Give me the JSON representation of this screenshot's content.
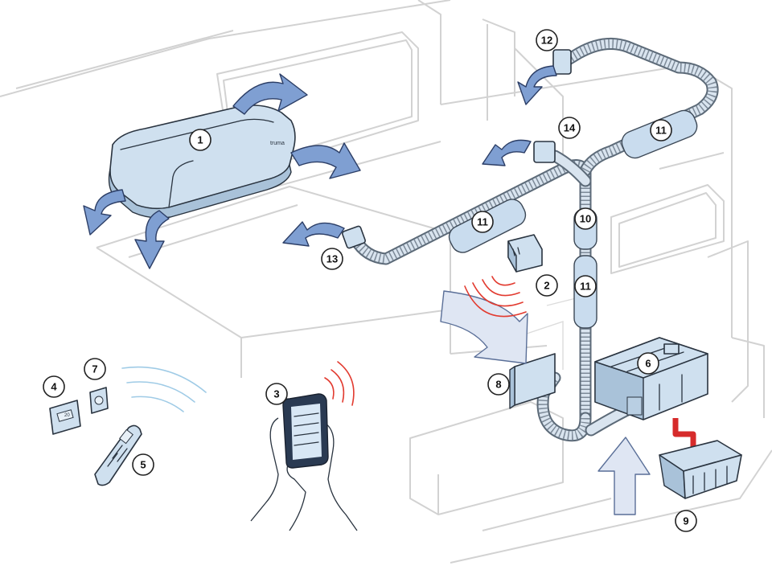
{
  "diagram": {
    "callouts": [
      {
        "id": "1",
        "label": "1"
      },
      {
        "id": "2",
        "label": "2"
      },
      {
        "id": "3",
        "label": "3"
      },
      {
        "id": "4",
        "label": "4"
      },
      {
        "id": "5",
        "label": "5"
      },
      {
        "id": "6",
        "label": "6"
      },
      {
        "id": "7",
        "label": "7"
      },
      {
        "id": "8",
        "label": "8"
      },
      {
        "id": "9",
        "label": "9"
      },
      {
        "id": "10",
        "label": "10"
      },
      {
        "id": "11a",
        "label": "11"
      },
      {
        "id": "11b",
        "label": "11"
      },
      {
        "id": "11c",
        "label": "11"
      },
      {
        "id": "12",
        "label": "12"
      },
      {
        "id": "13",
        "label": "13"
      },
      {
        "id": "14",
        "label": "14"
      }
    ],
    "roof_unit_logo": "truma",
    "thermostat_display": "20",
    "colors": {
      "airflow_arrow": "#7f9fd2",
      "component_fill": "#cfe0ef",
      "hose_outline": "#5c6a78",
      "signal_red": "#e23b30",
      "signal_blue": "#9fcbe6",
      "drain_red": "#d62b2b",
      "van_outline": "#d2d2d2"
    }
  }
}
